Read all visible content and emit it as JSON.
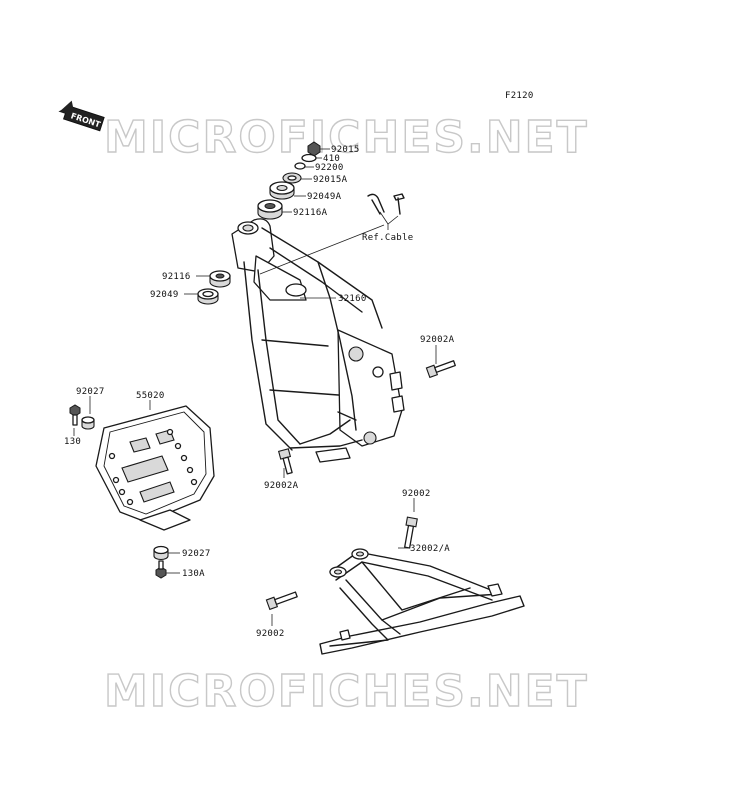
{
  "figure_code": "F2120",
  "front_label": "FRONT",
  "watermark_text": "MICROFICHES.NET",
  "labels": {
    "p92015": "92015",
    "p410": "410",
    "p92200": "92200",
    "p92015a": "92015A",
    "p92049a": "92049A",
    "p92116a": "92116A",
    "ref_cable": "Ref.Cable",
    "p92116": "92116",
    "p92049": "92049",
    "p32160": "32160",
    "p92002a_right": "92002A",
    "p92027_top": "92027",
    "p55020": "55020",
    "p130": "130",
    "p92002a_bottom": "92002A",
    "p92002_top": "92002",
    "p32002a": "32002/A",
    "p92027_bottom": "92027",
    "p130a": "130A",
    "p92002_bottom": "92002"
  }
}
